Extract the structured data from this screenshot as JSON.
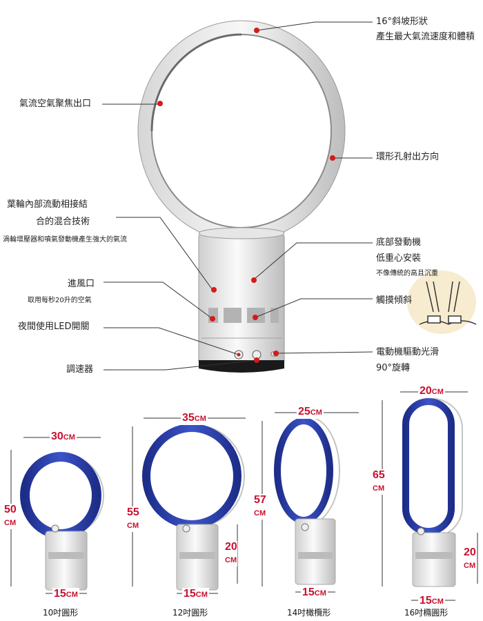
{
  "callouts": {
    "slope_title": "16°斜坡形狀",
    "slope_desc": "產生最大氣流速度和體積",
    "focus_outlet": "氣流空氣聚焦出口",
    "ring_holes": "環形孔射出方向",
    "impeller_1": "葉輪內部流動相接結",
    "impeller_2": "合的混合技術",
    "impeller_desc": "渦輪增壓器和噴氣發動機產生強大的氣流",
    "motor_title": "底部發動機",
    "motor_sub": "低重心安裝",
    "motor_desc": "不像傳統的高且沉重",
    "inlet": "進風口",
    "inlet_desc": "取用每秒20升的空氣",
    "tilt": "觸摸傾斜",
    "led_switch": "夜間使用LED開關",
    "rotation_1": "電動機驅動光滑",
    "rotation_2": "90°旋轉",
    "speed": "調速器"
  },
  "sizes": [
    {
      "caption": "10吋圓形",
      "width": "30",
      "height": "50",
      "base": "15",
      "unit": "CM"
    },
    {
      "caption": "12吋圓形",
      "width": "35",
      "height": "55",
      "base": "15",
      "base_height": "20",
      "unit": "CM"
    },
    {
      "caption": "14吋橄欖形",
      "width": "25",
      "height": "57",
      "base": "15",
      "unit": "CM"
    },
    {
      "caption": "16吋橢圓形",
      "width": "20",
      "height": "65",
      "base": "15",
      "base_height": "20",
      "unit": "CM"
    }
  ],
  "colors": {
    "accent_red": "#d61a1a",
    "fan_blue": "#2a3fa6",
    "dim_red": "#c8102e",
    "fan_white": "#f2f2f2",
    "fan_gray": "#c4c4c4"
  }
}
